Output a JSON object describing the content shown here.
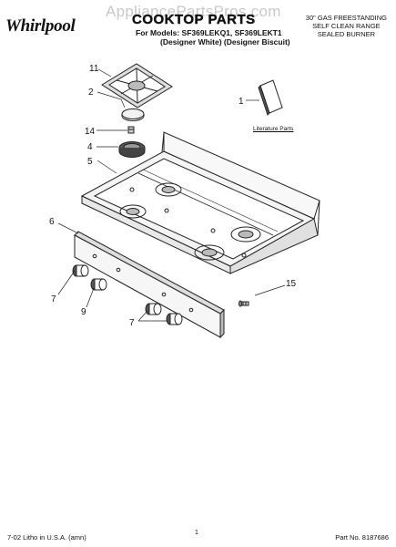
{
  "header": {
    "brand": "Whirlpool",
    "watermark": "AppliancePartsPros.com",
    "title": "COOKTOP PARTS",
    "models": "For Models: SF369LEKQ1, SF369LEKT1",
    "colors": "(Designer White) (Designer Biscuit)",
    "product_lines": [
      "30\" GAS FREESTANDING",
      "SELF CLEAN RANGE",
      "SEALED BURNER"
    ]
  },
  "callouts": {
    "c11": "11",
    "c2": "2",
    "c14": "14",
    "c4": "4",
    "c5": "5",
    "c1": "1",
    "c6": "6",
    "c7a": "7",
    "c9": "9",
    "c7b": "7",
    "c15": "15"
  },
  "literature_label": "Literature Parts",
  "footer": {
    "left": "7-02 Litho in U.S.A. (amn)",
    "page": "1",
    "part_no": "Part No. 8187686"
  }
}
